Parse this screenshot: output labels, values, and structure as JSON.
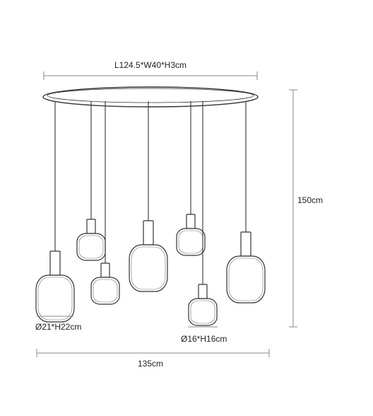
{
  "dimensions": {
    "canopy": "L124.5*W40*H3cm",
    "height": "150cm",
    "width": "135cm",
    "large_shade": "Ø21*H22cm",
    "small_shade": "Ø16*H16cm"
  },
  "lamp_count": 7
}
